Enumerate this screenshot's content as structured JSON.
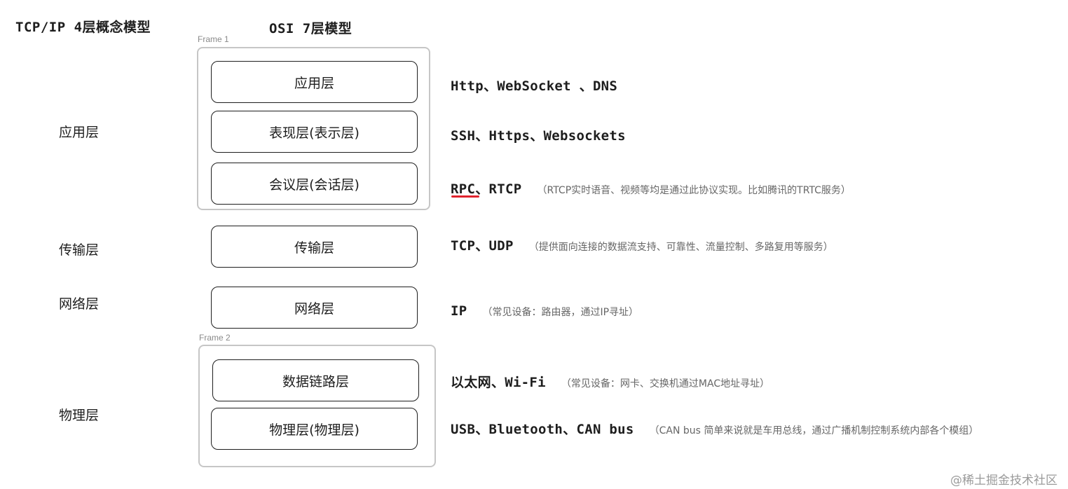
{
  "headings": {
    "tcpip": "TCP/IP 4层概念模型",
    "osi": "OSI 7层模型"
  },
  "frames": {
    "frame1": "Frame 1",
    "frame2": "Frame 2"
  },
  "tcpip_layers": [
    "应用层",
    "传输层",
    "网络层",
    "物理层"
  ],
  "osi_layers": [
    "应用层",
    "表现层(表示层)",
    "会议层(会话层)",
    "传输层",
    "网络层",
    "数据链路层",
    "物理层(物理层)"
  ],
  "protocols": [
    {
      "main": "Http、WebSocket 、DNS",
      "note": ""
    },
    {
      "main": "SSH、Https、Websockets",
      "note": ""
    },
    {
      "main": "RPC、RTCP",
      "note": "（RTCP实时语音、视频等均是通过此协议实现。比如腾讯的TRTC服务）"
    },
    {
      "main": "TCP、UDP",
      "note": "（提供面向连接的数据流支持、可靠性、流量控制、多路复用等服务）"
    },
    {
      "main": "IP",
      "note": "（常见设备：路由器，通过IP寻址）"
    },
    {
      "main": "以太网、Wi-Fi",
      "note": "（常见设备：网卡、交换机通过MAC地址寻址）"
    },
    {
      "main": "USB、Bluetooth、CAN bus",
      "note": "（CAN bus 简单来说就是车用总线，通过广播机制控制系统内部各个模组）"
    }
  ],
  "colors": {
    "stroke": "#1e1e1e",
    "frame_border": "#c6c6c6",
    "note_text": "#666666",
    "highlight_underline": "#e0232e"
  },
  "watermark": "@稀土掘金技术社区"
}
